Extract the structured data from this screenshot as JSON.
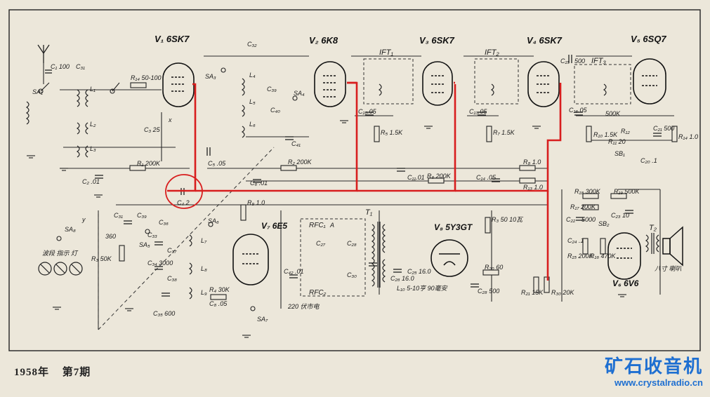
{
  "diagram": {
    "tubes": [
      {
        "id": "v1",
        "label": "V₁ 6SK7"
      },
      {
        "id": "v2",
        "label": "V₂ 6K8"
      },
      {
        "id": "v3",
        "label": "V₃ 6SK7"
      },
      {
        "id": "v4",
        "label": "V₄ 6SK7"
      },
      {
        "id": "v5",
        "label": "V₅ 6SQ7"
      },
      {
        "id": "v6",
        "label": "V₆ 6V6"
      },
      {
        "id": "v7",
        "label": "V₇ 6E5"
      },
      {
        "id": "v8",
        "label": "V₈ 5Y3GT"
      }
    ],
    "transformers": [
      "IFT₁",
      "IFT₂",
      "IFT₃",
      "T₁",
      "T₂"
    ],
    "chokes": [
      "RFC₁",
      "RFC₂"
    ],
    "components": [
      "C₁ 100",
      "C₃₁",
      "SA₁",
      "L₁",
      "L₂",
      "L₃",
      "C₂ .01",
      "R₁ 200K",
      "R₁₄ 50-100",
      "C₃ 25",
      "C₅ .05",
      "L₄",
      "L₅",
      "L₆",
      "SA₃",
      "SA₄",
      "C₃₂",
      "C₃₉",
      "C₄₀",
      "C₄₁",
      "C₆ .01",
      "R₂ 200K",
      "C₄ 2",
      "R₅ 1.5K",
      "C₁₀.05",
      "C₁₁.01",
      "R₆ 200K",
      "R₇ 1.5K",
      "C₁₃.05",
      "C₁₄ .05",
      "R₈ 1.0",
      "R₁₃ 1.0",
      "C₁₅",
      "500",
      "C₁₆.05",
      "R₁₀ 1.5K",
      "R₁₁ 20",
      "R₁₂",
      "SB₁",
      "C₂₀ .1",
      "C₂₁ 500",
      "R₁₄ 1.0",
      "500K",
      "R₁₈ 300K",
      "R₁₉ 500K",
      "R₁₇ 200K",
      "SB₂",
      "C₂₂",
      "5000",
      "C₂₃ 10",
      "C₂₄ .1",
      "R₁₅ 200K",
      "R₁₆ 470K",
      "R₉ 1.0",
      "C₄₂ .01",
      "R₂₀ 60",
      "R₂₁ 15K",
      "R₃₀ 20K",
      "C₂₅ 16.0",
      "C₂₆ 16.0",
      "C₂₈ 500",
      "C₃₃",
      "C₃₄ 3000",
      "C₃₅ 600",
      "C₃₆",
      "C₃₇",
      "C₃₈",
      "C₃₉",
      "C₃₀",
      "C₃₁",
      "R₃ 50K",
      "360",
      "SA₅",
      "SA₆",
      "SA₇",
      "SA₈",
      "L₇",
      "L₈",
      "L₉",
      "R₄ 30K",
      "C₈ .05",
      "C₂₇",
      "C₂₈",
      "R₃ 50 10瓦",
      "L₁₀ 5-10亨 90毫安",
      "220 伏市电",
      "八寸 喇叭",
      "波段 指示 灯",
      "A",
      "x",
      "y"
    ],
    "highlight_capacitor": "C₄ 2"
  },
  "caption": {
    "year": "1958年",
    "issue": "第7期"
  },
  "watermark": {
    "title": "矿石收音机",
    "url": "www.crystalradio.cn"
  },
  "colors": {
    "ink": "#1b1b1b",
    "highlight": "#d81e1e",
    "paper": "#ece7da",
    "brand": "#1e6fd1"
  }
}
